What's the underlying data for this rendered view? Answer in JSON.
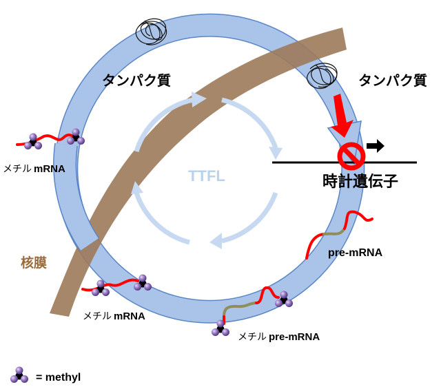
{
  "labels": {
    "protein_left": "タンパク質",
    "protein_right": "タンパク質",
    "clock_gene": "時計遺伝子",
    "cycle": "TTFL",
    "nuclear_membrane": "核膜",
    "pre_mrna": "pre-mRNA",
    "methyl_mrna_top": "メチル",
    "methyl_mrna_top_b": "mRNA",
    "methyl_mrna_bottom": "メチル",
    "methyl_mrna_bottom_b": "mRNA",
    "methyl_pre_mrna": "メチル",
    "methyl_pre_mrna_b": "pre-mRNA",
    "legend": "= methyl"
  },
  "colors": {
    "cycle_arrow": "#a9c4e8",
    "cycle_edge": "#5a86c8",
    "inner_cycle": "#c6d9f1",
    "membrane": "#9c7a5a",
    "rna": "#ff0000",
    "pre_rna_segment": "#8f8d5a",
    "block": "#ff0000",
    "methyl_purple": "#7a5aa8"
  }
}
